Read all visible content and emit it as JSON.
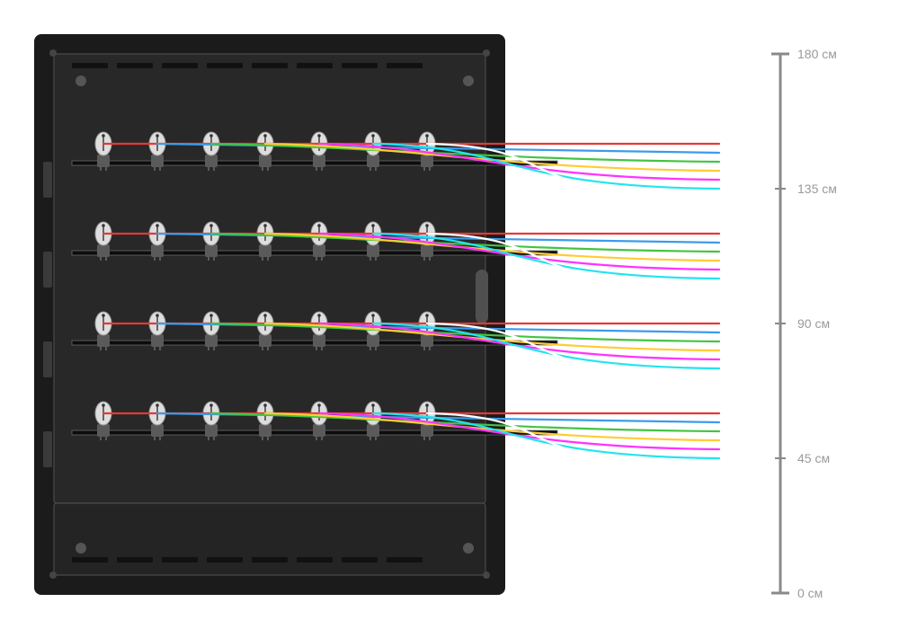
{
  "cabinet": {
    "shelves": 4,
    "modules_per_shelf": 7
  },
  "cable_colors": [
    "#e53935",
    "#3d9be9",
    "#43c443",
    "#ffcc33",
    "#ff33ff",
    "#22e5ee",
    "#ffffff"
  ],
  "scale": {
    "unit": "см",
    "ticks": [
      {
        "value": 180,
        "label": "180 см"
      },
      {
        "value": 135,
        "label": "135 см"
      },
      {
        "value": 90,
        "label": "90 см"
      },
      {
        "value": 45,
        "label": "45 см"
      },
      {
        "value": 0,
        "label": "0 см"
      }
    ]
  }
}
